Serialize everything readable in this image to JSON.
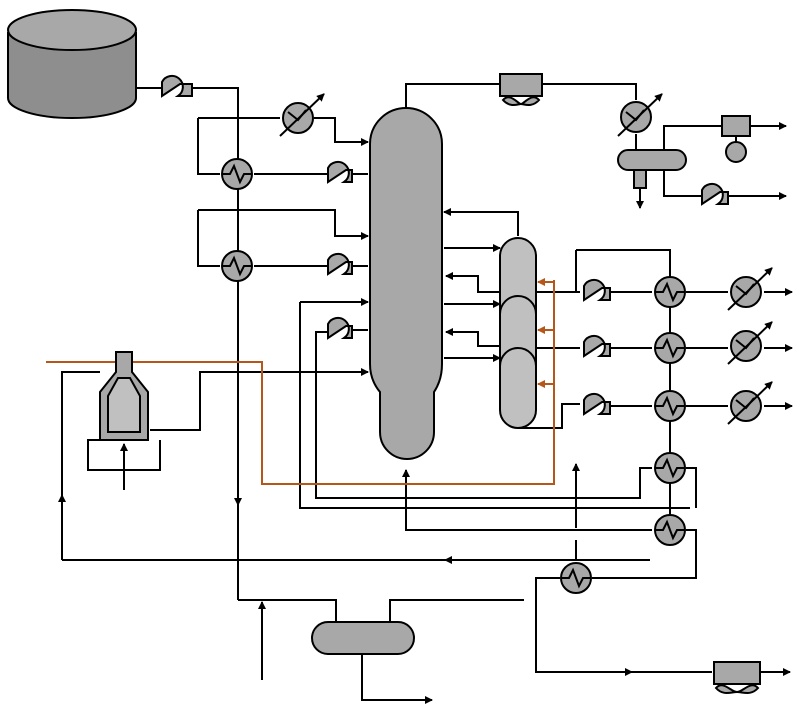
{
  "diagram": {
    "type": "process-flow-diagram",
    "colors": {
      "equipment_fill": "#a8a8a8",
      "equipment_light": "#c0c0c0",
      "line": "#000000",
      "steam_line": "#b5561a",
      "background": "#ffffff"
    },
    "equipment_icons": [
      "storage-tank",
      "pump",
      "heat-exchanger",
      "heater-cooler",
      "fired-heater",
      "main-fractionator",
      "side-stripper",
      "air-cooler",
      "overhead-accumulator",
      "compressor",
      "reflux-drum",
      "flash-drum"
    ]
  }
}
